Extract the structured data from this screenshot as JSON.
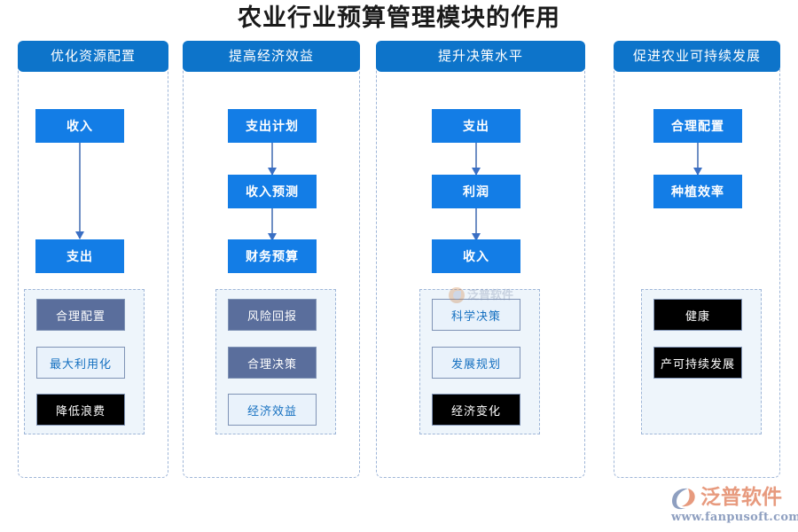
{
  "title": "农业行业预算管理模块的作用",
  "columns": [
    {
      "header": "优化资源配置",
      "flow": [
        "收入",
        "支出"
      ],
      "tags": [
        {
          "label": "合理配置",
          "style": "slate"
        },
        {
          "label": "最大利用化",
          "style": "light"
        },
        {
          "label": "降低浪费",
          "style": "black"
        }
      ]
    },
    {
      "header": "提高经济效益",
      "flow": [
        "支出计划",
        "收入预测",
        "财务预算"
      ],
      "tags": [
        {
          "label": "风险回报",
          "style": "slate"
        },
        {
          "label": "合理决策",
          "style": "slate"
        },
        {
          "label": "经济效益",
          "style": "light"
        }
      ]
    },
    {
      "header": "提升决策水平",
      "flow": [
        "支出",
        "利润",
        "收入"
      ],
      "tags": [
        {
          "label": "科学决策",
          "style": "light"
        },
        {
          "label": "发展规划",
          "style": "light"
        },
        {
          "label": "经济变化",
          "style": "black"
        }
      ]
    },
    {
      "header": "促进农业可持续发展",
      "flow": [
        "合理配置",
        "种植效率"
      ],
      "tags": [
        {
          "label": "健康",
          "style": "black"
        },
        {
          "label": "产可持续发展",
          "style": "black"
        }
      ]
    }
  ],
  "watermark": {
    "text": "泛普软件"
  },
  "brand": {
    "name": "泛普软件",
    "url": "www.fanpusoft.com"
  },
  "colors": {
    "header_blue": "#0d74ca",
    "box_blue": "#137de6",
    "slate": "#5a6e9c",
    "light_fill": "#e9f2fb",
    "light_text": "#1570c0",
    "black": "#000000",
    "dashed_border": "#9fb6d8",
    "arrow": "#3a6fc4"
  }
}
